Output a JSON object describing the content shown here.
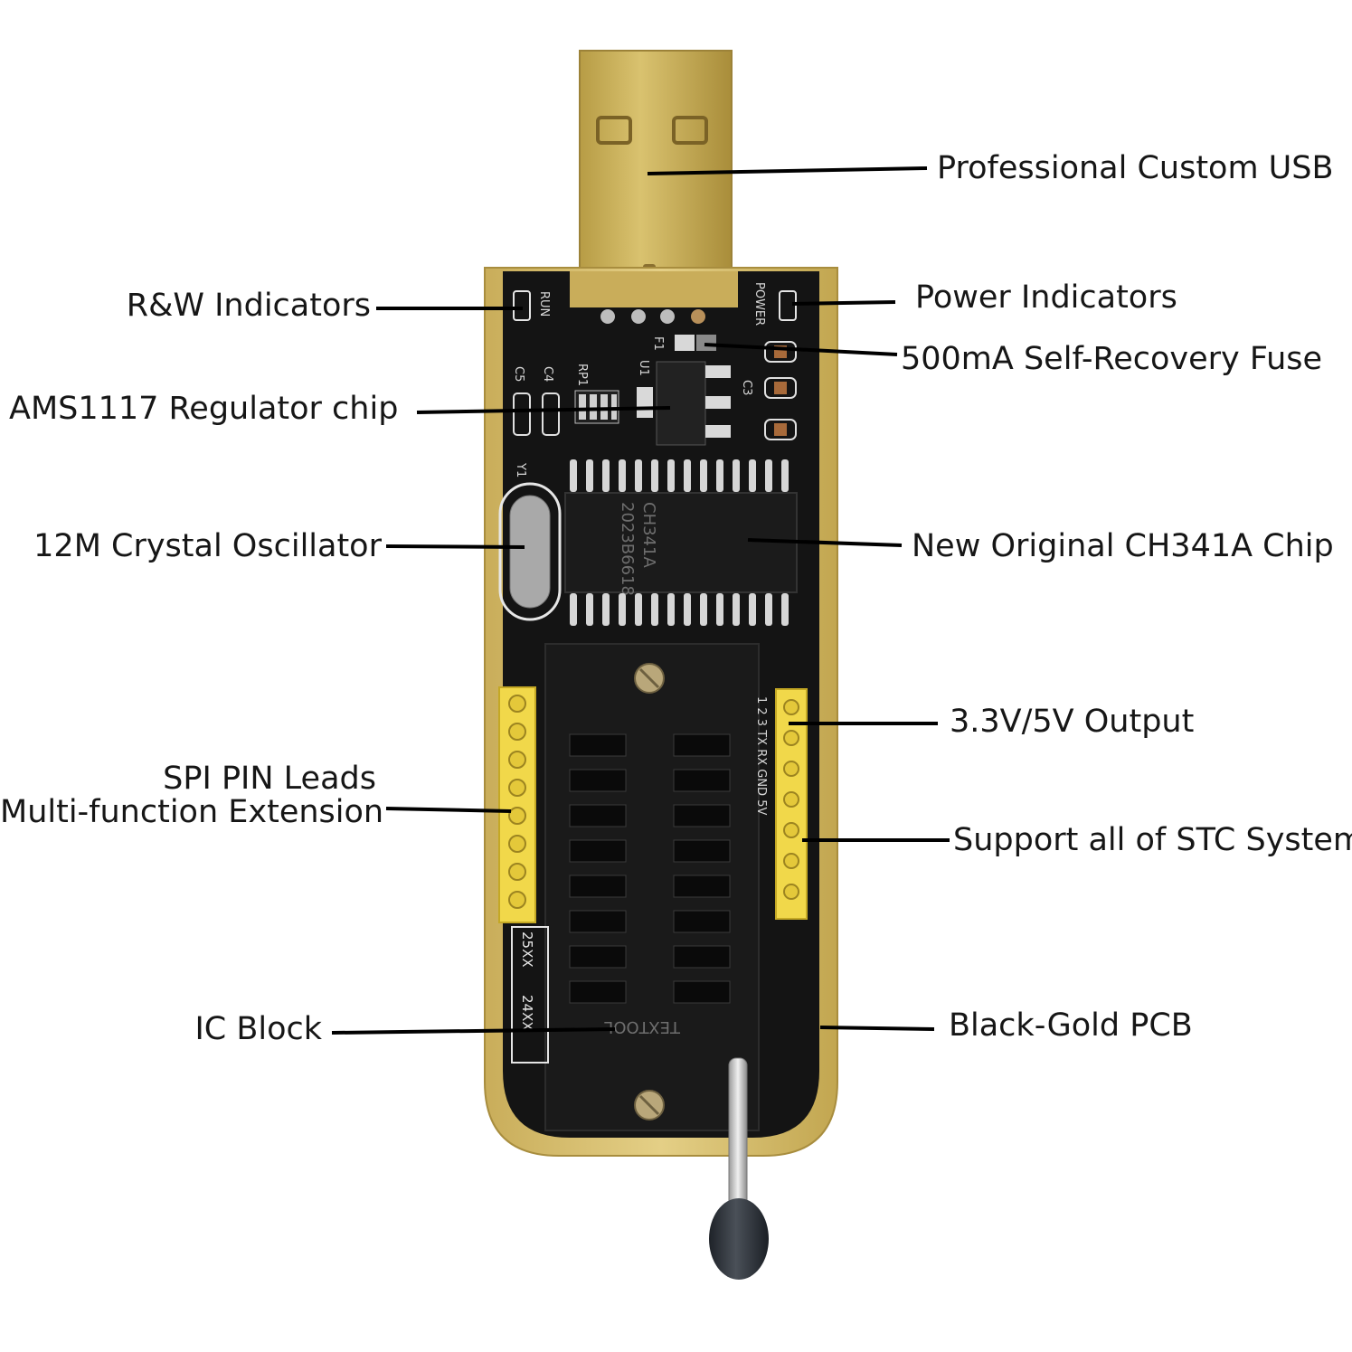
{
  "labels": {
    "usb": "Professional Custom USB",
    "rw_indicators": "R&W Indicators",
    "power_indicators": "Power Indicators",
    "fuse": "500mA Self-Recovery Fuse",
    "regulator": "AMS1117 Regulator chip",
    "crystal": "12M Crystal Oscillator",
    "ch341a": "New Original CH341A Chip",
    "output": "3.3V/5V Output",
    "spi_line1": "SPI PIN Leads",
    "spi_line2": "Multi-function Extension",
    "stc": "Support all of STC System",
    "ic_block": "IC Block",
    "pcb": "Black-Gold PCB"
  },
  "silkscreen": {
    "run": "RUN",
    "power": "POWER",
    "c5": "C5",
    "c4": "C4",
    "rp1": "RP1",
    "u1": "U1",
    "f1": "F1",
    "c3": "C3",
    "y1": "Y1",
    "chip_l1": "CH341A",
    "chip_l2": "2023B6618",
    "pins": "1 2 3 TX RX GND 5V",
    "flash_25": "25XX",
    "flash_24": "24XX",
    "socket": "TEXTOOL"
  },
  "colors": {
    "pcb": "#131313",
    "gold": "#d8bf6a",
    "usb": "#cbb25a",
    "header": "#f2d94e",
    "knob": "#2b2f36"
  }
}
